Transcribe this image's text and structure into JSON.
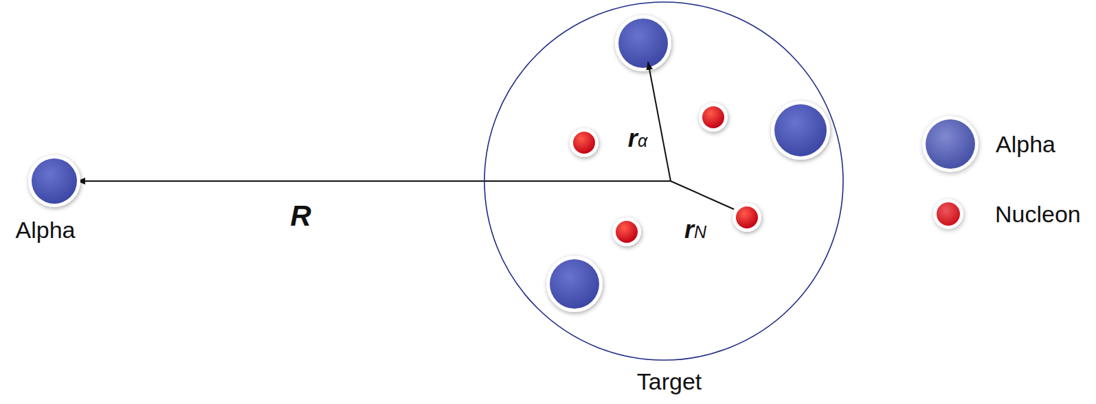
{
  "diagram": {
    "nodes": [
      {
        "text": [
          "Alpha"
        ]
      },
      {
        "text": [
          "Target"
        ]
      }
    ],
    "edges": [
      {
        "from": 1,
        "to": 0,
        "arrow": "to",
        "label": "R"
      }
    ],
    "labels": [
      "rα",
      "rN"
    ],
    "legend": [
      {
        "text": "Alpha",
        "color": "#4f5bbd"
      },
      {
        "text": "Nucleon",
        "color": "#e8141e"
      }
    ]
  }
}
